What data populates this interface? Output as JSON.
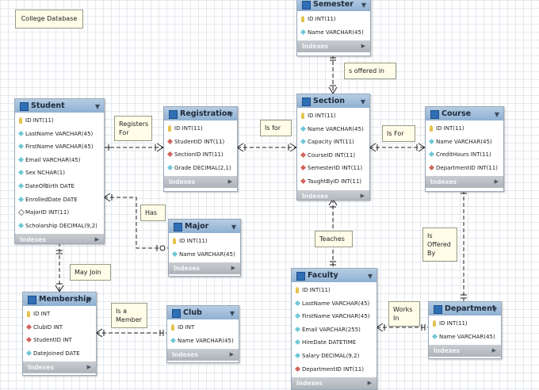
{
  "diagram_title": "College Database",
  "indexes_label": "Indexes",
  "entities": {
    "semester": {
      "name": "Semester",
      "columns": [
        {
          "text": "ID INT(11)",
          "kind": "key"
        },
        {
          "text": "Name VARCHAR(45)",
          "kind": "col"
        }
      ]
    },
    "student": {
      "name": "Student",
      "columns": [
        {
          "text": "ID INT(11)",
          "kind": "key"
        },
        {
          "text": "LastName VARCHAR(45)",
          "kind": "col"
        },
        {
          "text": "FirstName VARCHAR(45)",
          "kind": "col"
        },
        {
          "text": "Email VARCHAR(45)",
          "kind": "col"
        },
        {
          "text": "Sex NCHAR(1)",
          "kind": "col"
        },
        {
          "text": "DateOfBirth DATE",
          "kind": "col"
        },
        {
          "text": "EnrolledDate DATE",
          "kind": "col"
        },
        {
          "text": "MajorID INT(11)",
          "kind": "nullable"
        },
        {
          "text": "Scholarship DECIMAL(9,2)",
          "kind": "col"
        }
      ]
    },
    "registration": {
      "name": "Registration",
      "columns": [
        {
          "text": "ID INT(11)",
          "kind": "key"
        },
        {
          "text": "StudentID INT(11)",
          "kind": "fk"
        },
        {
          "text": "SectionID INT(11)",
          "kind": "fk"
        },
        {
          "text": "Grade DECIMAL(2,1)",
          "kind": "col"
        }
      ]
    },
    "section": {
      "name": "Section",
      "columns": [
        {
          "text": "ID INT(11)",
          "kind": "key"
        },
        {
          "text": "Name VARCHAR(45)",
          "kind": "col"
        },
        {
          "text": "Capacity INT(11)",
          "kind": "col"
        },
        {
          "text": "CourseID INT(11)",
          "kind": "fk"
        },
        {
          "text": "SemesterID INT(11)",
          "kind": "fk"
        },
        {
          "text": "TaughtByID INT(11)",
          "kind": "fk"
        }
      ]
    },
    "course": {
      "name": "Course",
      "columns": [
        {
          "text": "ID INT(11)",
          "kind": "key"
        },
        {
          "text": "Name VARCHAR(45)",
          "kind": "col"
        },
        {
          "text": "CreditHours INT(11)",
          "kind": "col"
        },
        {
          "text": "DepartmentID INT(11)",
          "kind": "fk"
        }
      ]
    },
    "major": {
      "name": "Major",
      "columns": [
        {
          "text": "ID INT(11)",
          "kind": "key"
        },
        {
          "text": "Name VARCHAR(45)",
          "kind": "col"
        }
      ]
    },
    "membership": {
      "name": "Membership",
      "columns": [
        {
          "text": "ID INT",
          "kind": "key"
        },
        {
          "text": "ClubID INT",
          "kind": "fk"
        },
        {
          "text": "StudentID INT",
          "kind": "fk"
        },
        {
          "text": "DateJoined DATE",
          "kind": "col"
        }
      ]
    },
    "club": {
      "name": "Club",
      "columns": [
        {
          "text": "ID INT",
          "kind": "key"
        },
        {
          "text": "Name VARCHAR(45)",
          "kind": "col"
        }
      ]
    },
    "faculty": {
      "name": "Faculty",
      "columns": [
        {
          "text": "ID INT(11)",
          "kind": "key"
        },
        {
          "text": "LastName VARCHAR(45)",
          "kind": "col"
        },
        {
          "text": "FirstName VARCHAR(45)",
          "kind": "col"
        },
        {
          "text": "Email VARCHAR(255)",
          "kind": "col"
        },
        {
          "text": "HireDate DATETIME",
          "kind": "col"
        },
        {
          "text": "Salary DECIMAL(9,2)",
          "kind": "col"
        },
        {
          "text": "DepartmentID INT(11)",
          "kind": "fk"
        }
      ]
    },
    "department": {
      "name": "Department",
      "columns": [
        {
          "text": "ID INT(11)",
          "kind": "key"
        },
        {
          "text": "Name VARCHAR(45)",
          "kind": "col"
        }
      ]
    }
  },
  "notes": {
    "registers_for": "Registers\nFor",
    "is_for": "Is for",
    "is_for_2": "Is For",
    "is_offered_in": "s offered  in",
    "has": "Has",
    "teaches": "Teaches",
    "is_offered_by": "Is\nOffered\nBy",
    "may_join": "May Join",
    "is_a_member": "Is a\nMember",
    "works_in": "Works\nIn"
  }
}
